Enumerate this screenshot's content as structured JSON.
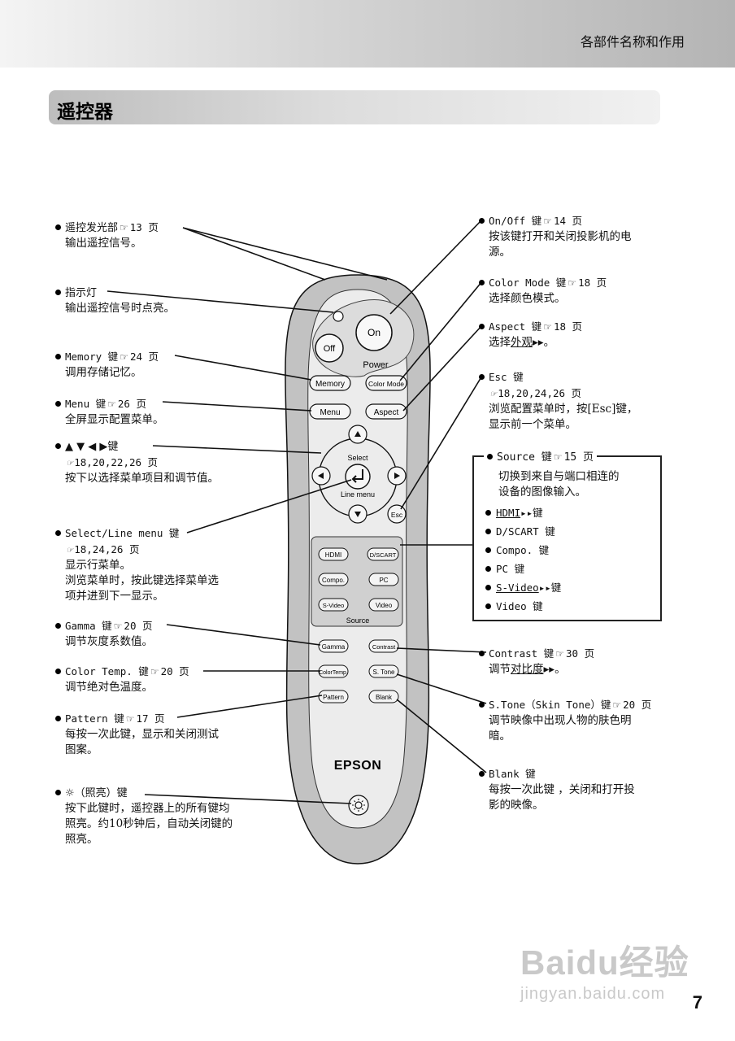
{
  "header": {
    "section": "各部件名称和作用",
    "title": "遥控器",
    "page_number": "7"
  },
  "remote_keys": {
    "on": "On",
    "off": "Off",
    "power": "Power",
    "memory": "Memory",
    "color_mode": "Color Mode",
    "menu": "Menu",
    "aspect": "Aspect",
    "select": "Select",
    "line_menu": "Line menu",
    "esc": "Esc",
    "hdmi": "HDMI",
    "dscart": "D/SCART",
    "compo": "Compo.",
    "pc": "PC",
    "svideo": "S-Video",
    "video": "Video",
    "source": "Source",
    "gamma": "Gamma",
    "contrast": "Contrast",
    "color_temp": "ColorTemp.",
    "s_tone": "S. Tone",
    "pattern": "Pattern",
    "blank": "Blank",
    "brand": "EPSON"
  },
  "left_labels": [
    {
      "title": "遥控发光部",
      "ref": "13 页",
      "desc": "输出遥控信号。"
    },
    {
      "title": "指示灯",
      "ref": "",
      "desc": "输出遥控信号时点亮。"
    },
    {
      "title": "Memory 键",
      "ref": "24 页",
      "desc": "调用存储记忆。"
    },
    {
      "title": "Menu 键",
      "ref": "26 页",
      "desc": "全屏显示配置菜单。"
    },
    {
      "title": "▲ ▼ ◀ ▶键",
      "ref": "18,20,22,26 页",
      "desc": "按下以选择菜单项目和调节值。"
    },
    {
      "title": "Select/Line menu 键",
      "ref": "18,24,26 页",
      "desc": "显示行菜单。",
      "desc2": "浏览菜单时，按此键选择菜单选",
      "desc3": "项并进到下一显示。"
    },
    {
      "title": "Gamma 键",
      "ref": "20 页",
      "desc": "调节灰度系数值。"
    },
    {
      "title": "Color Temp. 键",
      "ref": "20 页",
      "desc": "调节绝对色温度。"
    },
    {
      "title": "Pattern 键",
      "ref": "17 页",
      "desc": "每按一次此键，显示和关闭测试",
      "desc2": "图案。"
    },
    {
      "title": "☼（照亮）键",
      "ref": "",
      "desc": "按下此键时，遥控器上的所有键均",
      "desc2": "照亮。约10秒钟后，自动关闭键的",
      "desc3": "照亮。"
    }
  ],
  "right_labels": [
    {
      "title": "On/Off 键",
      "ref": "14 页",
      "desc": "按该键打开和关闭投影机的电",
      "desc2": "源。"
    },
    {
      "title": "Color Mode 键",
      "ref": "18 页",
      "desc": "选择颜色模式。"
    },
    {
      "title": "Aspect 键",
      "ref": "18 页",
      "desc_pre": "选择",
      "desc_link": "外观",
      "desc_post": "。"
    },
    {
      "title": "Esc 键",
      "ref": "18,20,24,26 页",
      "desc": "浏览配置菜单时，按[Esc]键，",
      "desc2": "显示前一个菜单。"
    },
    {
      "title": "Contrast 键",
      "ref": "30 页",
      "desc_pre": "调节",
      "desc_link": "对比度",
      "desc_post": "。"
    },
    {
      "title": "S.Tone（Skin Tone）键",
      "ref": "20 页",
      "desc": "调节映像中出现人物的肤色明",
      "desc2": "暗。"
    },
    {
      "title": "Blank 键",
      "ref": "",
      "desc": "每按一次此键 ，关闭和打开投",
      "desc2": "影的映像。"
    }
  ],
  "source_box": {
    "title": "Source 键",
    "ref": "15 页",
    "desc": "切换到来自与端口相连的",
    "desc2": "设备的图像输入。",
    "items": [
      {
        "pre": "",
        "link": "HDMI",
        "post": "键"
      },
      {
        "pre": "D/SCART 键",
        "link": "",
        "post": ""
      },
      {
        "pre": "Compo. 键",
        "link": "",
        "post": ""
      },
      {
        "pre": "PC 键",
        "link": "",
        "post": ""
      },
      {
        "pre": "",
        "link": "S-Video",
        "post": "键"
      },
      {
        "pre": "Video 键",
        "link": "",
        "post": ""
      }
    ]
  },
  "watermark": {
    "logo": "Baidu经验",
    "url": "jingyan.baidu.com"
  }
}
